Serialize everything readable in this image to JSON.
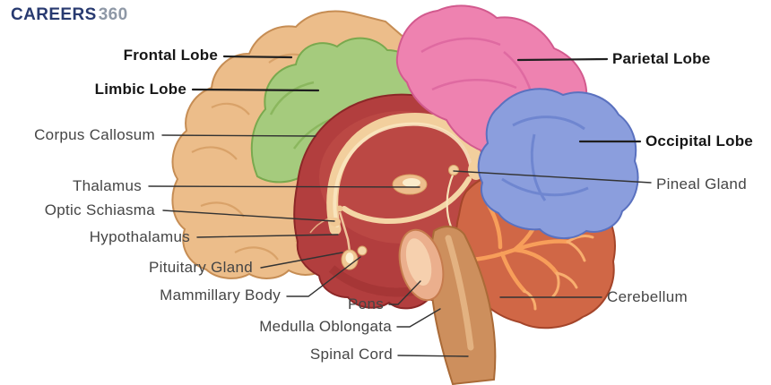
{
  "logo": {
    "primary": "CAREERS",
    "secondary": "360"
  },
  "diagram": {
    "labels": {
      "frontal_lobe": "Frontal Lobe",
      "limbic_lobe": "Limbic Lobe",
      "corpus_callosum": "Corpus Callosum",
      "thalamus": "Thalamus",
      "optic_schiasma": "Optic Schiasma",
      "hypothalamus": "Hypothalamus",
      "pituitary_gland": "Pituitary Gland",
      "mammillary_body": "Mammillary Body",
      "pons": "Pons",
      "medulla_oblongata": "Medulla Oblongata",
      "spinal_cord": "Spinal Cord",
      "parietal_lobe": "Parietal Lobe",
      "occipital_lobe": "Occipital Lobe",
      "pineal_gland": "Pineal Gland",
      "cerebellum": "Cerebellum"
    },
    "colors": {
      "frontal_lobe": "#ecbd8a",
      "limbic_lobe": "#a5cb7d",
      "parietal_lobe": "#ee82b0",
      "occipital_lobe": "#8b9edd",
      "inner_section": "#b23e3e",
      "corpus_callosum_band": "#f2cf9d",
      "cerebellum": "#d06746",
      "cerebellum_branches": "#f79e5a",
      "brainstem": "#cd8f5d",
      "pons": "#ebaf8d",
      "logo_primary": "#283a70",
      "logo_secondary": "#8e98a6"
    }
  }
}
